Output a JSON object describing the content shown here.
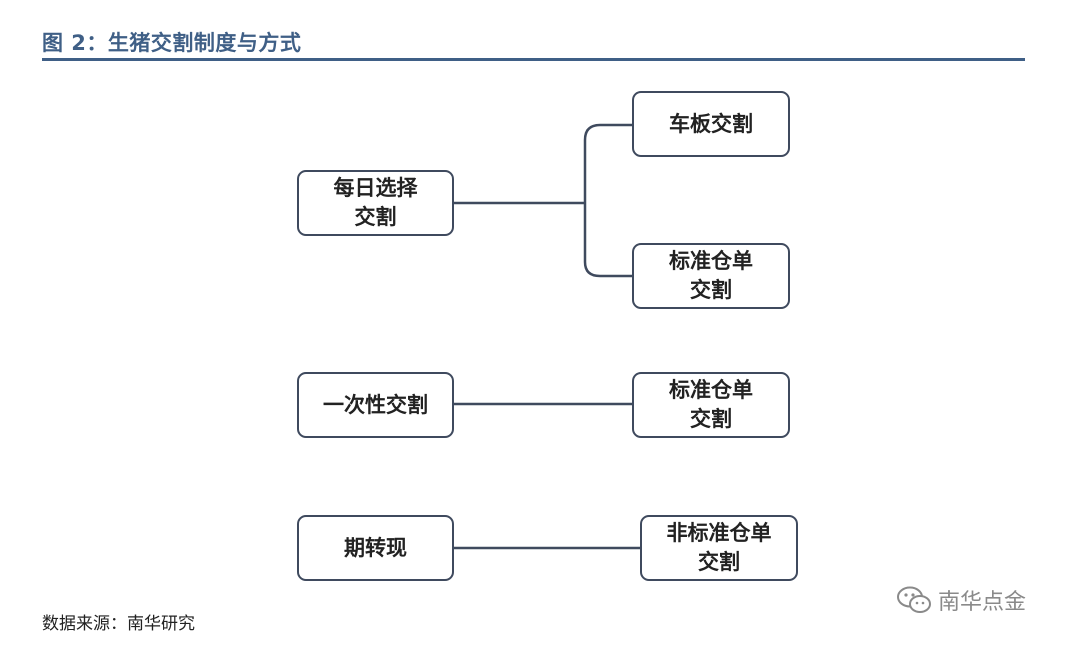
{
  "header": {
    "title": "图 2：生猪交割制度与方式"
  },
  "diagram": {
    "nodes": {
      "daily_choice": [
        "每日选择",
        "交割"
      ],
      "vehicle_board": [
        "车板交割"
      ],
      "std_warehouse_1": [
        "标准仓单",
        "交割"
      ],
      "one_time": [
        "一次性交割"
      ],
      "std_warehouse_2": [
        "标准仓单",
        "交割"
      ],
      "futures_to_spot": [
        "期转现"
      ],
      "nonstd_warehouse": [
        "非标准仓单",
        "交割"
      ]
    },
    "edges": [
      [
        "daily_choice",
        "vehicle_board"
      ],
      [
        "daily_choice",
        "std_warehouse_1"
      ],
      [
        "one_time",
        "std_warehouse_2"
      ],
      [
        "futures_to_spot",
        "nonstd_warehouse"
      ]
    ]
  },
  "footer": {
    "source": "数据来源：南华研究"
  },
  "watermark": {
    "text": "南华点金",
    "icon": "wechat-icon"
  },
  "colors": {
    "title": "#3f5f86",
    "border": "#3f4a5e",
    "watermark": "#8a8a8a"
  }
}
